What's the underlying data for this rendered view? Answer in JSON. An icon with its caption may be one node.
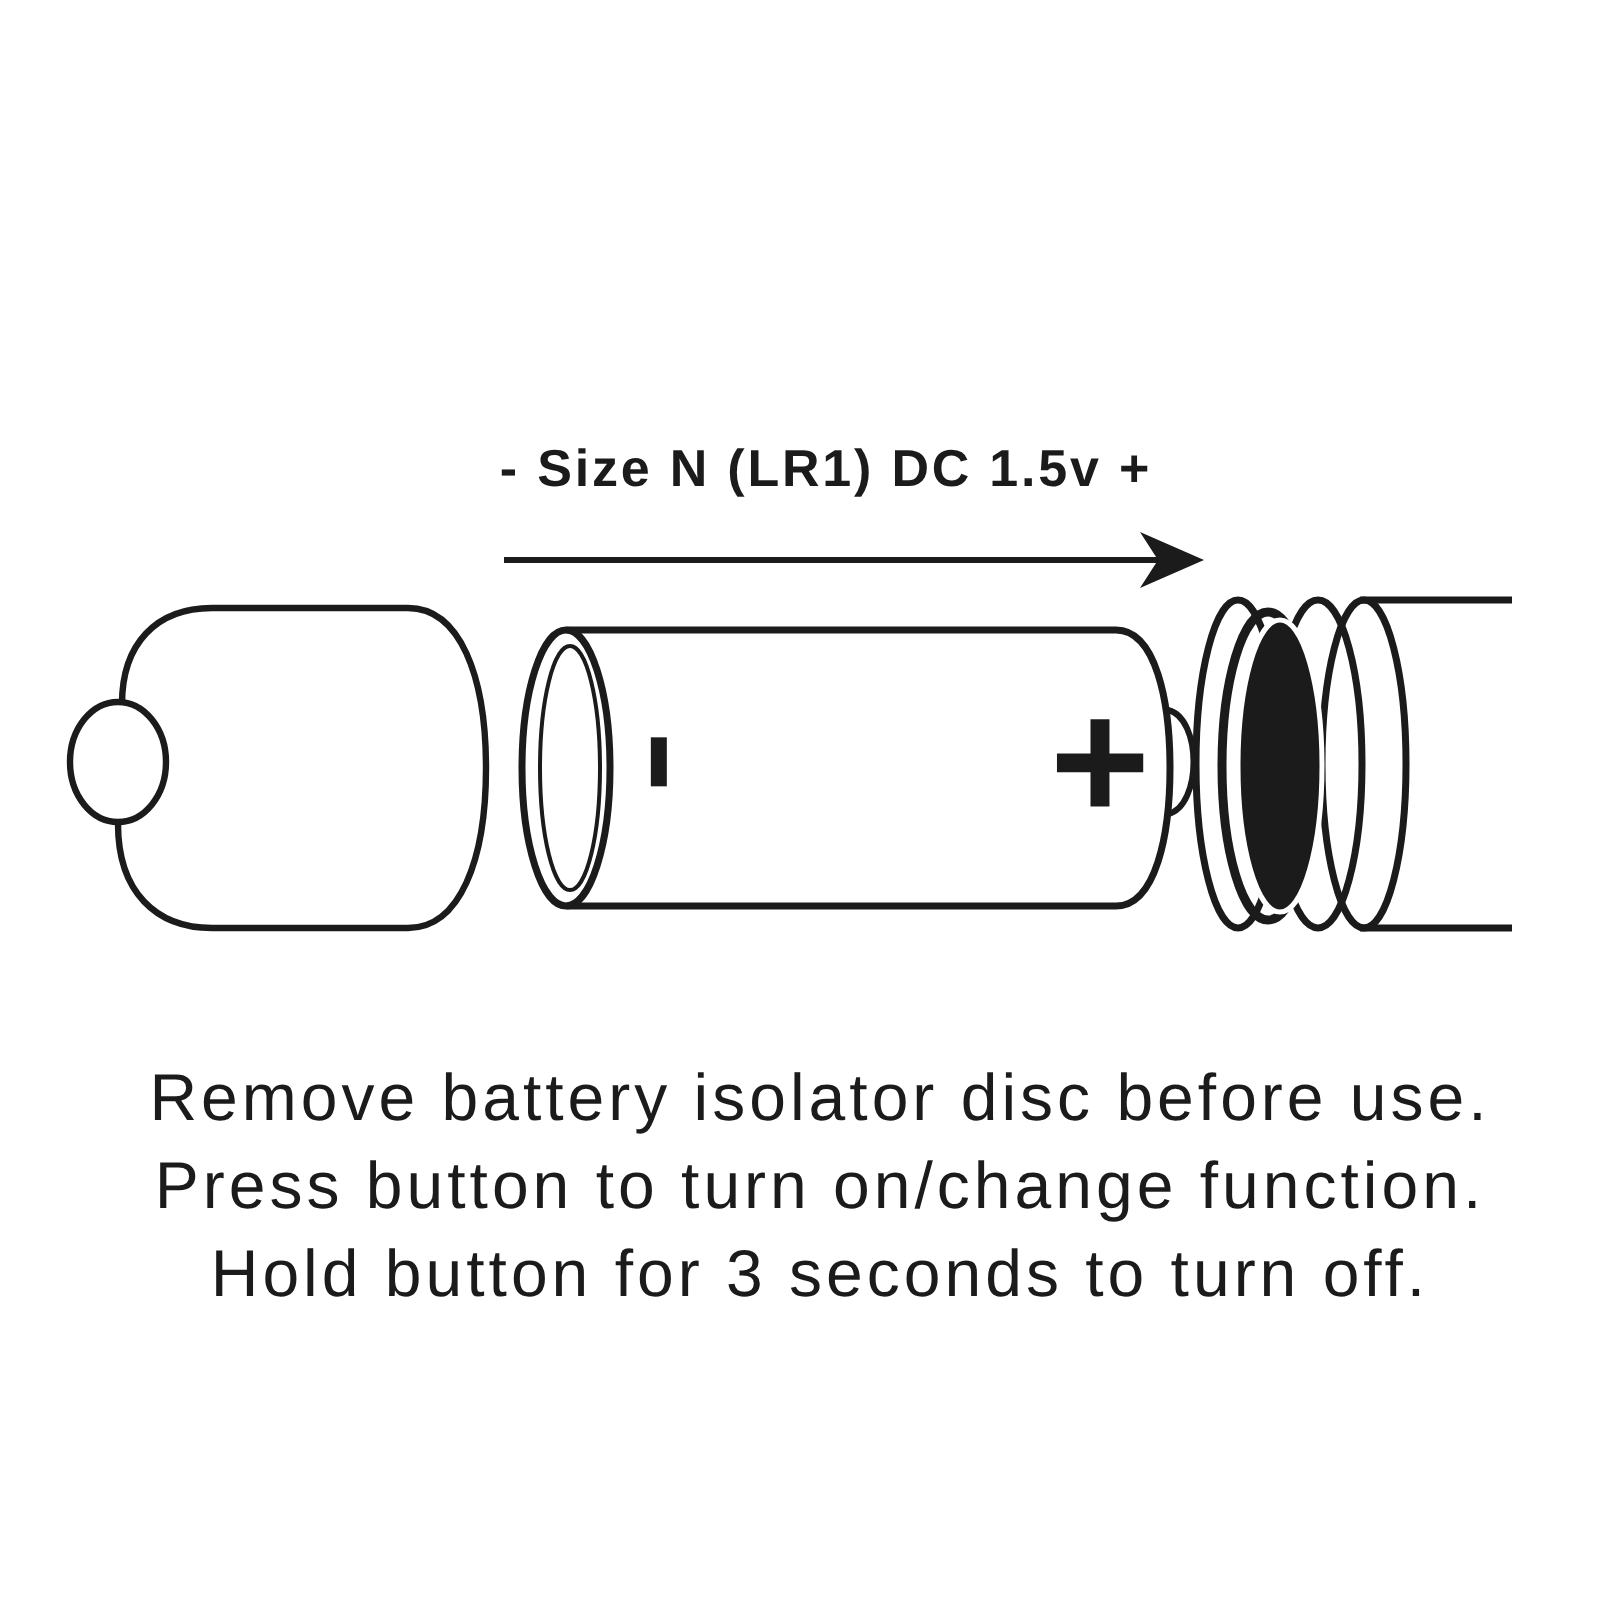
{
  "diagram": {
    "nodes": [
      {
        "text": [
          "-",
          "+"
        ]
      }
    ],
    "labels": [
      "- Size N (LR1) DC 1.5v +",
      "Remove battery isolator disc before use.",
      "Press button to turn on/change function.",
      "Hold button for 3 seconds to turn off."
    ]
  }
}
